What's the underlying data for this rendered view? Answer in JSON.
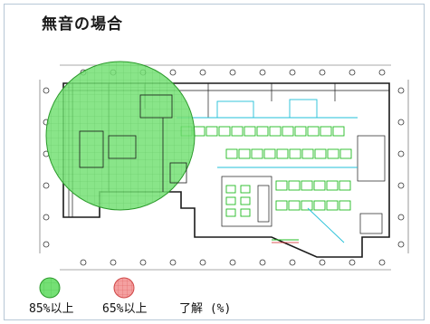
{
  "title": "無音の場合",
  "legend": {
    "items": [
      {
        "label": "85%以上",
        "color": "#74e074",
        "icon": "green-circle-icon"
      },
      {
        "label": "65%以上",
        "color": "#f08a8a",
        "icon": "red-circle-icon"
      }
    ],
    "note": "了解 (%)"
  },
  "colors": {
    "coverage_green": "#74e074",
    "floor_lines": "#1a1a1a",
    "desks": "#22bb22",
    "rooms_cyan": "#22c0d8"
  }
}
